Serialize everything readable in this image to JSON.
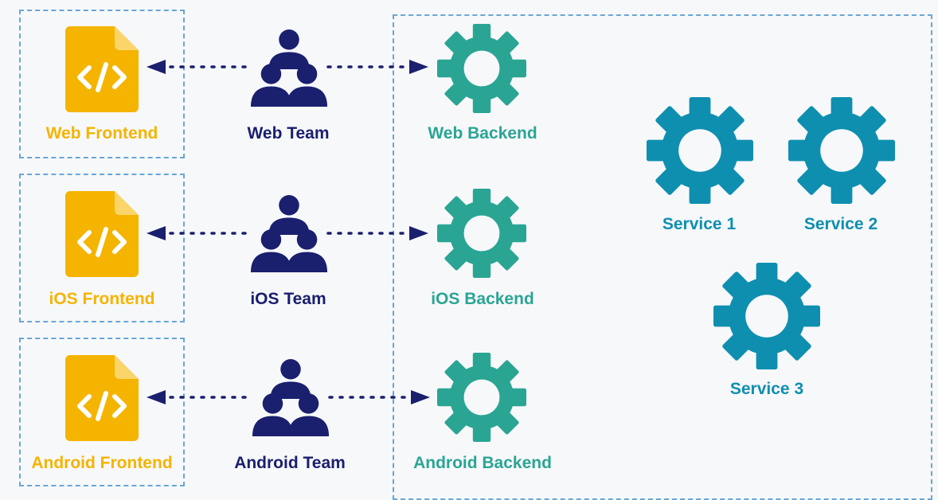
{
  "colors": {
    "frontend": "#f4b400",
    "team": "#1a1f6e",
    "backend": "#2aa594",
    "service": "#0e8fb0",
    "dashed_border": "#6aa6d6"
  },
  "rows": [
    {
      "frontend": "Web Frontend",
      "team": "Web Team",
      "backend": "Web Backend"
    },
    {
      "frontend": "iOS Frontend",
      "team": "iOS Team",
      "backend": "iOS Backend"
    },
    {
      "frontend": "Android Frontend",
      "team": "Android Team",
      "backend": "Android Backend"
    }
  ],
  "services": [
    {
      "label": "Service 1"
    },
    {
      "label": "Service 2"
    },
    {
      "label": "Service 3"
    }
  ],
  "icons": {
    "frontend": "code-file-icon",
    "team": "team-icon",
    "backend": "gear-icon",
    "service": "gear-icon"
  }
}
